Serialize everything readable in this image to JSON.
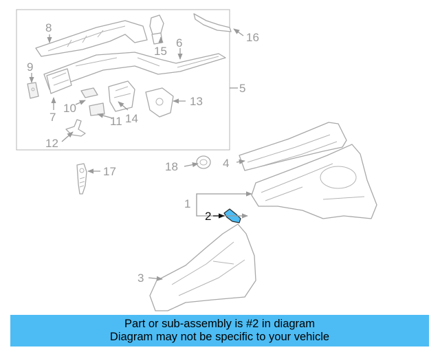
{
  "diagram": {
    "callouts": [
      "1",
      "2",
      "3",
      "4",
      "5",
      "6",
      "7",
      "8",
      "9",
      "10",
      "11",
      "12",
      "13",
      "14",
      "15",
      "16",
      "17",
      "18"
    ],
    "highlighted_part": "2",
    "colors": {
      "line": "#a8a8a8",
      "highlight": "#4dbcf4",
      "banner": "#4dbcf4"
    }
  },
  "banner": {
    "line1": "Part or sub-assembly is #2 in diagram",
    "line2": "Diagram may not be specific to your vehicle"
  }
}
